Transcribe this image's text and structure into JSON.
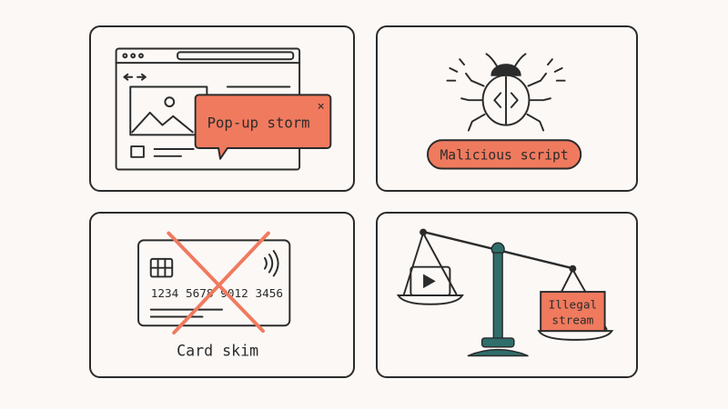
{
  "panels": {
    "popup": {
      "label": "Pop-up storm",
      "close": "×"
    },
    "malware": {
      "label": "Malicious script"
    },
    "card": {
      "number": "1234 5678 9012 3456",
      "label": "Card skim"
    },
    "stream": {
      "label_line1": "Illegal",
      "label_line2": "stream"
    }
  },
  "icons": {
    "browser": "browser-window-icon",
    "bug": "bug-icon",
    "card": "credit-card-icon",
    "scale": "balance-scale-icon",
    "play": "play-icon"
  },
  "colors": {
    "accent": "#f07a5e",
    "ink": "#2b2b2b",
    "teal": "#2f6e6b",
    "background": "#fbf8f6"
  }
}
